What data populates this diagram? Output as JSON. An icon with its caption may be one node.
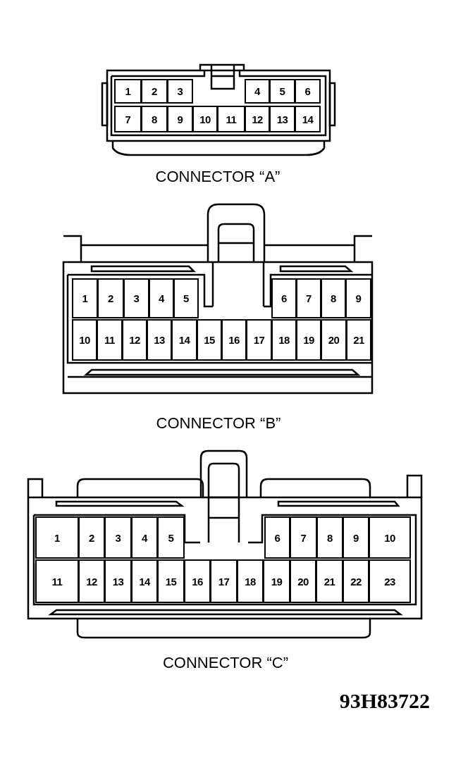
{
  "diagram": {
    "nodes": [
      {
        "text": [
          "CONNECTOR “A”"
        ]
      },
      {
        "text": [
          "1"
        ],
        "in": 0
      },
      {
        "text": [
          "2"
        ],
        "in": 0
      },
      {
        "text": [
          "3"
        ],
        "in": 0
      },
      {
        "text": [
          "4"
        ],
        "in": 0
      },
      {
        "text": [
          "5"
        ],
        "in": 0
      },
      {
        "text": [
          "6"
        ],
        "in": 0
      },
      {
        "text": [
          "7"
        ],
        "in": 0
      },
      {
        "text": [
          "8"
        ],
        "in": 0
      },
      {
        "text": [
          "9"
        ],
        "in": 0
      },
      {
        "text": [
          "10"
        ],
        "in": 0
      },
      {
        "text": [
          "11"
        ],
        "in": 0
      },
      {
        "text": [
          "12"
        ],
        "in": 0
      },
      {
        "text": [
          "13"
        ],
        "in": 0
      },
      {
        "text": [
          "14"
        ],
        "in": 0
      },
      {
        "text": [
          "CONNECTOR “B”"
        ]
      },
      {
        "text": [
          "1"
        ],
        "in": 15
      },
      {
        "text": [
          "2"
        ],
        "in": 15
      },
      {
        "text": [
          "3"
        ],
        "in": 15
      },
      {
        "text": [
          "4"
        ],
        "in": 15
      },
      {
        "text": [
          "5"
        ],
        "in": 15
      },
      {
        "text": [
          "6"
        ],
        "in": 15
      },
      {
        "text": [
          "7"
        ],
        "in": 15
      },
      {
        "text": [
          "8"
        ],
        "in": 15
      },
      {
        "text": [
          "9"
        ],
        "in": 15
      },
      {
        "text": [
          "10"
        ],
        "in": 15
      },
      {
        "text": [
          "11"
        ],
        "in": 15
      },
      {
        "text": [
          "12"
        ],
        "in": 15
      },
      {
        "text": [
          "13"
        ],
        "in": 15
      },
      {
        "text": [
          "14"
        ],
        "in": 15
      },
      {
        "text": [
          "15"
        ],
        "in": 15
      },
      {
        "text": [
          "16"
        ],
        "in": 15
      },
      {
        "text": [
          "17"
        ],
        "in": 15
      },
      {
        "text": [
          "18"
        ],
        "in": 15
      },
      {
        "text": [
          "19"
        ],
        "in": 15
      },
      {
        "text": [
          "20"
        ],
        "in": 15
      },
      {
        "text": [
          "21"
        ],
        "in": 15
      },
      {
        "text": [
          "CONNECTOR “C”"
        ]
      },
      {
        "text": [
          "1"
        ],
        "in": 37
      },
      {
        "text": [
          "2"
        ],
        "in": 37
      },
      {
        "text": [
          "3"
        ],
        "in": 37
      },
      {
        "text": [
          "4"
        ],
        "in": 37
      },
      {
        "text": [
          "5"
        ],
        "in": 37
      },
      {
        "text": [
          "6"
        ],
        "in": 37
      },
      {
        "text": [
          "7"
        ],
        "in": 37
      },
      {
        "text": [
          "8"
        ],
        "in": 37
      },
      {
        "text": [
          "9"
        ],
        "in": 37
      },
      {
        "text": [
          "10"
        ],
        "in": 37
      },
      {
        "text": [
          "11"
        ],
        "in": 37
      },
      {
        "text": [
          "12"
        ],
        "in": 37
      },
      {
        "text": [
          "13"
        ],
        "in": 37
      },
      {
        "text": [
          "14"
        ],
        "in": 37
      },
      {
        "text": [
          "15"
        ],
        "in": 37
      },
      {
        "text": [
          "16"
        ],
        "in": 37
      },
      {
        "text": [
          "17"
        ],
        "in": 37
      },
      {
        "text": [
          "18"
        ],
        "in": 37
      },
      {
        "text": [
          "19"
        ],
        "in": 37
      },
      {
        "text": [
          "20"
        ],
        "in": 37
      },
      {
        "text": [
          "21"
        ],
        "in": 37
      },
      {
        "text": [
          "22"
        ],
        "in": 37
      },
      {
        "text": [
          "23"
        ],
        "in": 37
      }
    ],
    "edges": [],
    "labels": [
      "93H83722"
    ]
  }
}
